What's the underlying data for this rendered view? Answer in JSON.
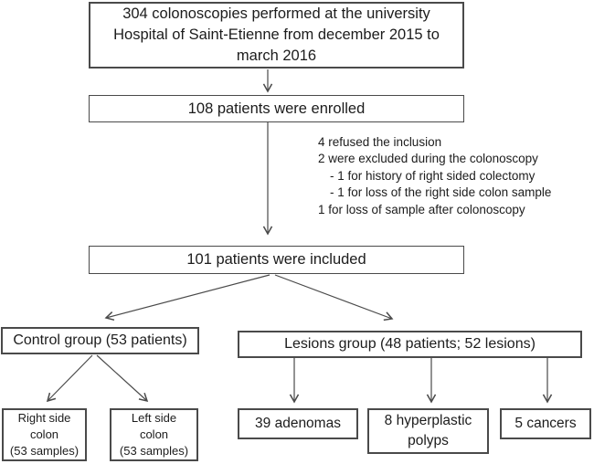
{
  "figure": {
    "colors": {
      "background": "#ffffff",
      "box_border": "#4a4a4a",
      "text": "#1c1c1c",
      "arrow": "#4a4a4a"
    },
    "boxes": {
      "screened": "304 colonoscopies performed at the university Hospital of Saint-Etienne from december 2015 to march 2016",
      "enrolled": "108 patients were enrolled",
      "included": "101 patients were included",
      "control_group": "Control group (53 patients)",
      "lesions_group": "Lesions group (48 patients; 52 lesions)",
      "right_side_colon": {
        "line1": "Right side",
        "line2": "colon",
        "line3": "(53 samples)"
      },
      "left_side_colon": {
        "line1": "Left side",
        "line2": "colon",
        "line3": "(53 samples)"
      },
      "adenomas": "39 adenomas",
      "hyperplastic_polyps": "8 hyperplastic polyps",
      "cancers": "5 cancers"
    },
    "exclusions": [
      {
        "text": "4 refused the inclusion"
      },
      {
        "text": "2 were excluded during the colonoscopy"
      },
      {
        "text": "- 1 for history of right sided colectomy"
      },
      {
        "text": "- 1 for loss of the right side colon sample"
      },
      {
        "text": "1 for loss of sample after colonoscopy"
      }
    ]
  }
}
